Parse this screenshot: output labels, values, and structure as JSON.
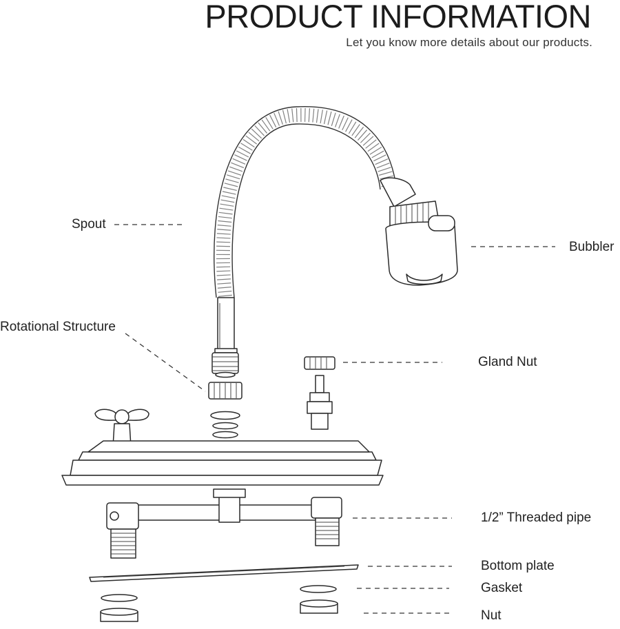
{
  "header": {
    "title": "PRODUCT INFORMATION",
    "subtitle": "Let you know more details about our products."
  },
  "labels": {
    "spout": "Spout",
    "bubbler": "Bubbler",
    "rotational_structure": "Rotational Structure",
    "gland_nut": "Gland Nut",
    "threaded_pipe": "1/2” Threaded pipe",
    "bottom_plate": "Bottom plate",
    "gasket": "Gasket",
    "nut": "Nut"
  }
}
